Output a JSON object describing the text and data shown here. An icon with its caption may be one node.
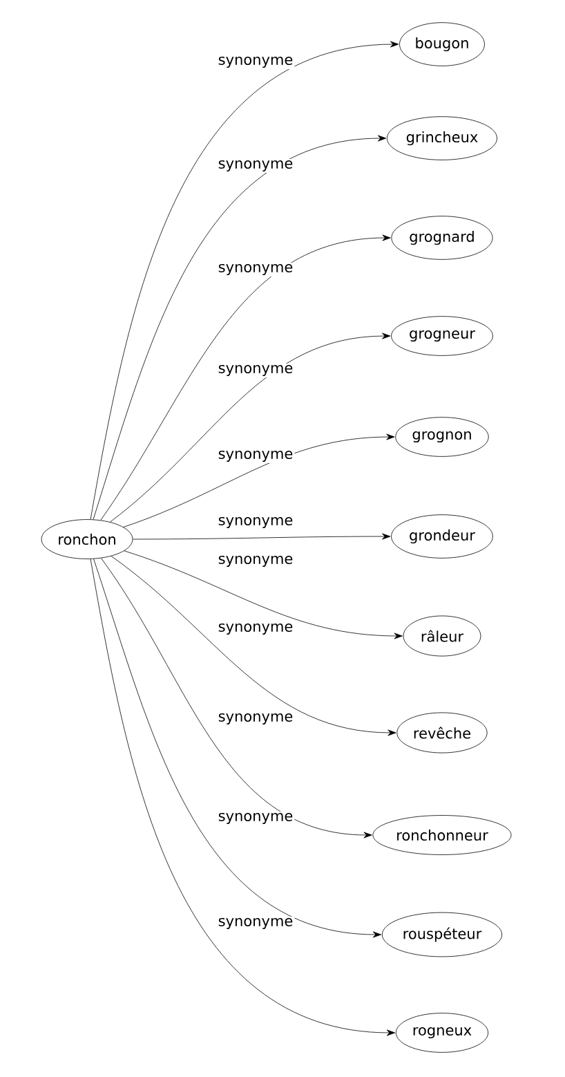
{
  "diagram": {
    "nodes": [
      {
        "text": [
          "ronchon"
        ]
      },
      {
        "text": [
          "bougon"
        ]
      },
      {
        "text": [
          "grincheux"
        ]
      },
      {
        "text": [
          "grognard"
        ]
      },
      {
        "text": [
          "grogneur"
        ]
      },
      {
        "text": [
          "grognon"
        ]
      },
      {
        "text": [
          "grondeur"
        ]
      },
      {
        "text": [
          "râleur"
        ]
      },
      {
        "text": [
          "revêche"
        ]
      },
      {
        "text": [
          "ronchonneur"
        ]
      },
      {
        "text": [
          "rouspéteur"
        ]
      },
      {
        "text": [
          "rogneux"
        ]
      }
    ],
    "edges": [
      {
        "from": 0,
        "to": 1,
        "arrow": "to",
        "label": "synonyme"
      },
      {
        "from": 0,
        "to": 2,
        "arrow": "to",
        "label": "synonyme"
      },
      {
        "from": 0,
        "to": 3,
        "arrow": "to",
        "label": "synonyme"
      },
      {
        "from": 0,
        "to": 4,
        "arrow": "to",
        "label": "synonyme"
      },
      {
        "from": 0,
        "to": 5,
        "arrow": "to",
        "label": "synonyme"
      },
      {
        "from": 0,
        "to": 6,
        "arrow": "to",
        "label": "synonyme"
      },
      {
        "from": 0,
        "to": 7,
        "arrow": "to",
        "label": "synonyme"
      },
      {
        "from": 0,
        "to": 8,
        "arrow": "to",
        "label": "synonyme"
      },
      {
        "from": 0,
        "to": 9,
        "arrow": "to",
        "label": "synonyme"
      },
      {
        "from": 0,
        "to": 10,
        "arrow": "to",
        "label": "synonyme"
      },
      {
        "from": 0,
        "to": 11,
        "arrow": "to",
        "label": "synonyme"
      }
    ]
  }
}
